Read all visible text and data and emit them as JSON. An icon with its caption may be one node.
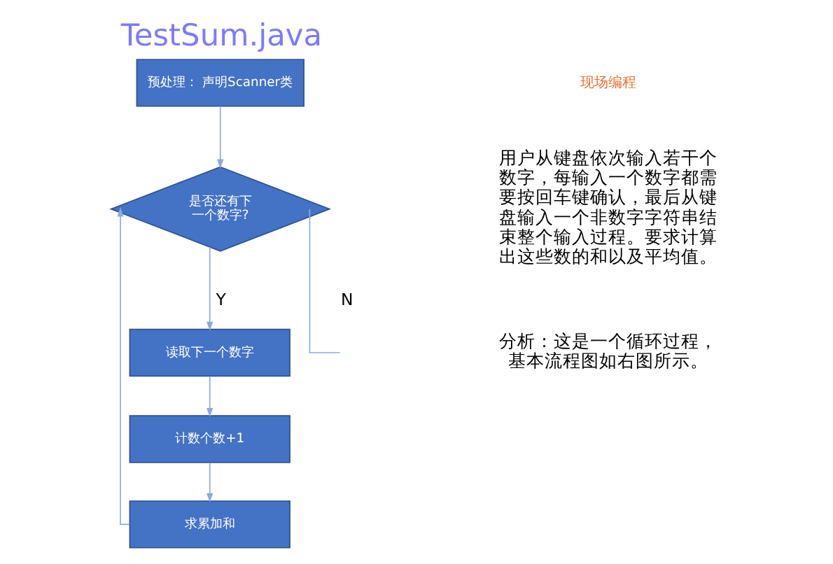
{
  "diagram": {
    "title": "TestSum.java",
    "nodes": [
      {
        "text": [
          "预处理： 声明Scanner类"
        ]
      },
      {
        "text": [
          "是否还有下一个数字?"
        ]
      },
      {
        "text": [
          "读取下一个数字"
        ]
      },
      {
        "text": [
          "计数个数+1"
        ]
      },
      {
        "text": [
          "求累加和"
        ]
      }
    ],
    "edges": [
      {
        "from": 0,
        "to": 1,
        "arrow": "to"
      },
      {
        "from": 1,
        "to": 2,
        "label": "Y",
        "arrow": "to"
      },
      {
        "from": 2,
        "to": 3,
        "arrow": "to"
      },
      {
        "from": 3,
        "to": 4,
        "arrow": "to"
      },
      {
        "from": 4,
        "to": 1,
        "arrow": "to"
      },
      {
        "from": 1,
        "to": null,
        "label": "N",
        "arrow": "none"
      }
    ],
    "labels": [
      "现场编程",
      "用户从键盘依次输入若干个数字，每输入一个数字都需要按回车键确认，最后从键盘输入一个非数字字符串结束整个输入过程。要求计算出这些数的和以及平均值。",
      "分析：这是一个循环过程，基本流程图如右图所示。"
    ]
  }
}
